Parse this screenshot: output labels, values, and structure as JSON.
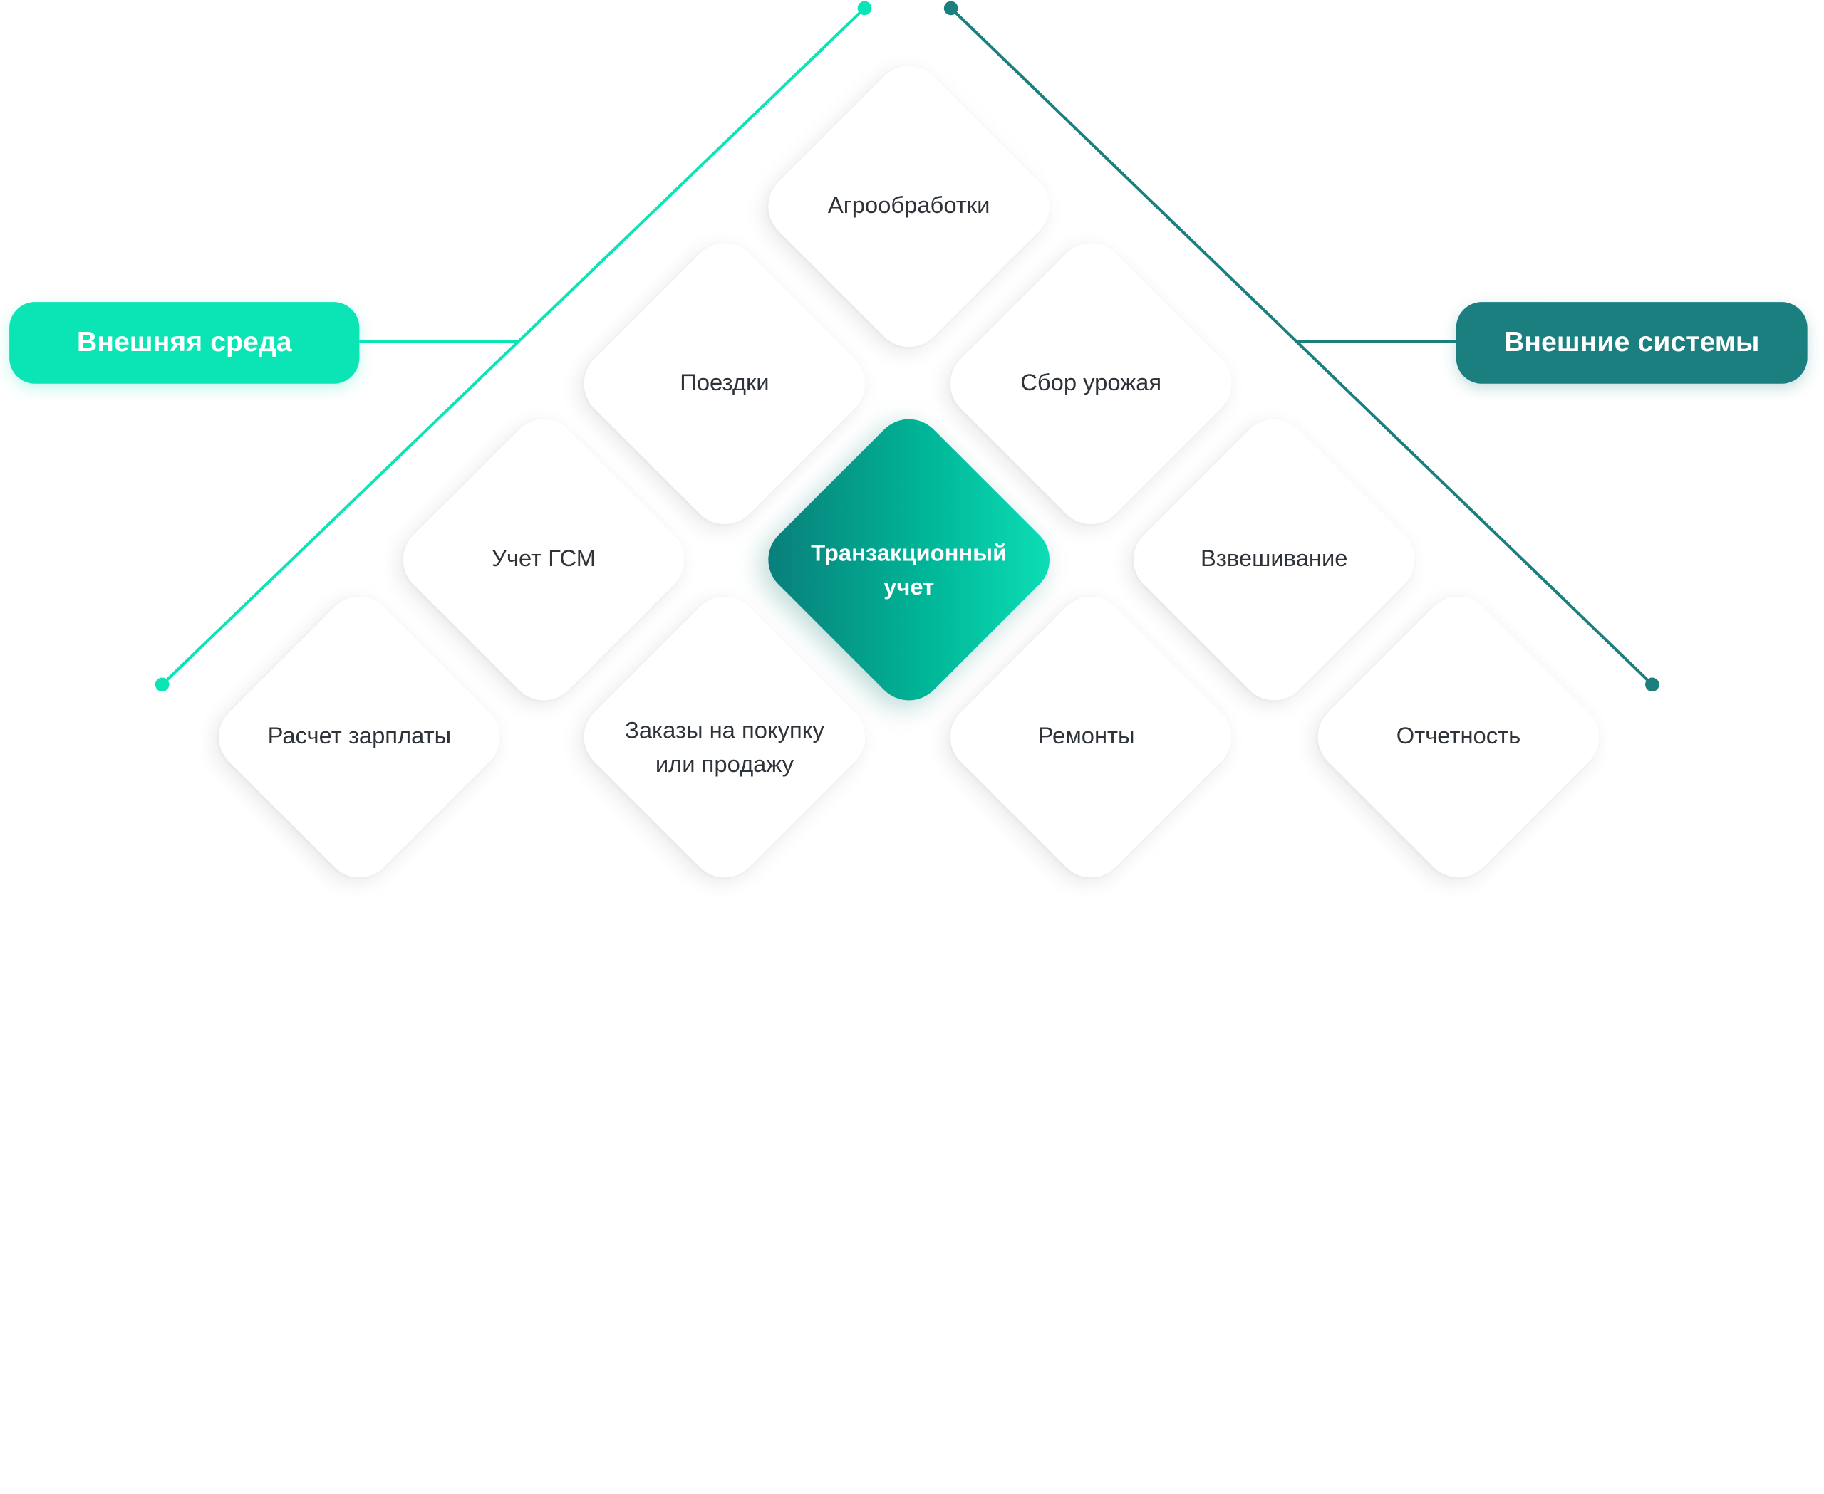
{
  "colors": {
    "accent_left": "#0be5b6",
    "accent_right": "#1b7e7f",
    "node_text": "#2d3338"
  },
  "pills": {
    "left": "Внешняя среда",
    "right": "Внешние системы"
  },
  "nodes": {
    "agro": "Агрообработки",
    "trips": "Поездки",
    "harvest": "Сбор урожая",
    "fuel": "Учет ГСМ",
    "center": "Транзакционный\nучет",
    "weighing": "Взвешивание",
    "salary": "Расчет зарплаты",
    "orders": "Заказы на покупку\nили продажу",
    "repairs": "Ремонты",
    "reporting": "Отчетность"
  }
}
